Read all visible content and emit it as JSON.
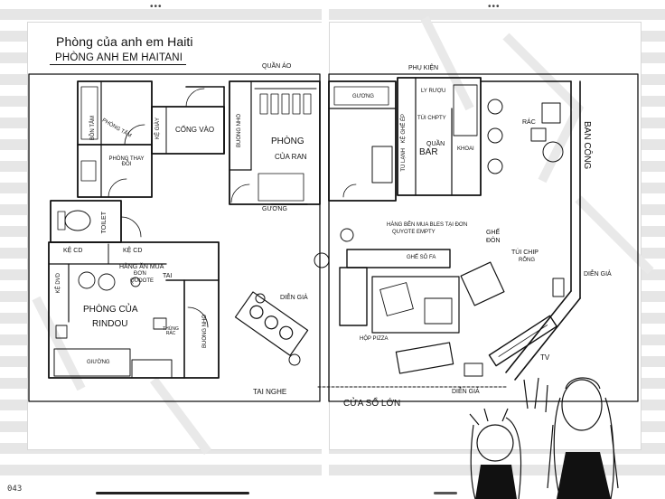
{
  "page": {
    "title": "Phòng của anh em Haiti",
    "subtitle": "PHÒNG ANH EM HAITANI",
    "page_number": "043"
  },
  "rooms": {
    "bon_tam": "BỒN TẮM",
    "phong_tam": "PHÒNG TẮM",
    "phong_thay_do": "PHÒNG THAY ĐỒI",
    "ke_giay": "KỆ GIÀY",
    "cong_vao": "CỔNG VÀO",
    "buong_nho": "BUỒNG NHỎ",
    "quan_ao": "QUẦN ÁO",
    "phong_ran": "PHÒNG",
    "phong_ran_2": "CỦA RAN",
    "guong_top": "GƯƠNG",
    "guong_bottom": "GƯƠNG",
    "toilet": "TOILET",
    "ke_cd_1": "KỆ CD",
    "ke_cd_2": "KỆ CD",
    "ke_dvd": "KỆ DVD",
    "hang_an_mua": "HÀNG ĂN MUA",
    "don": "ĐƠN",
    "quyote": "QUOOTE",
    "tai": "TAI",
    "phong_rindou_1": "PHÒNG CỦA",
    "phong_rindou_2": "RINDOU",
    "thung_rac": "THÙNG RÁC",
    "giuong_left": "GIƯỜNG",
    "buong_nho_2": "BUỒNG NHỎ",
    "dien_gia_left": "DIỄN GIẢ",
    "tai_nghe": "TAI NGHE",
    "phu_kien": "PHỤ KIỆN",
    "ly_ruou": "LY RƯỢU",
    "tui_chpty": "TÚI CHPTY",
    "ke_ghe_ep": "KỆ GHẾ ÉP",
    "tu_lanh": "TỦ LẠNH",
    "quan_bar_1": "QUẦN",
    "quan_bar_2": "BAR",
    "khoai": "KHOAI",
    "rac": "RÁC",
    "ban_cong": "BAN CÔNG",
    "hang_ben_mua": "HÀNG BÊN MUA BLES TẠI ĐƠN",
    "quyote_empty": "QUYOTE EMPTY",
    "ghe_don": "GHẾ",
    "ghe_don_2": "ĐÔN",
    "tui_chip_1": "TÚI CHIP",
    "tui_chip_2": "RỖNG",
    "dien_gia_right": "DIỄN GIẢ",
    "hop_pizza": "HỘP PIZZA",
    "tv": "TV",
    "dien_gia_bottom": "DIỄN GIẢ",
    "cua_so_lon": "CỬA SỔ LỚN",
    "ghe_sofa": "GHẾ SÔ FA"
  },
  "colors": {
    "ink": "#111111",
    "stripe": "#e4e4e4",
    "paper": "#ffffff"
  }
}
